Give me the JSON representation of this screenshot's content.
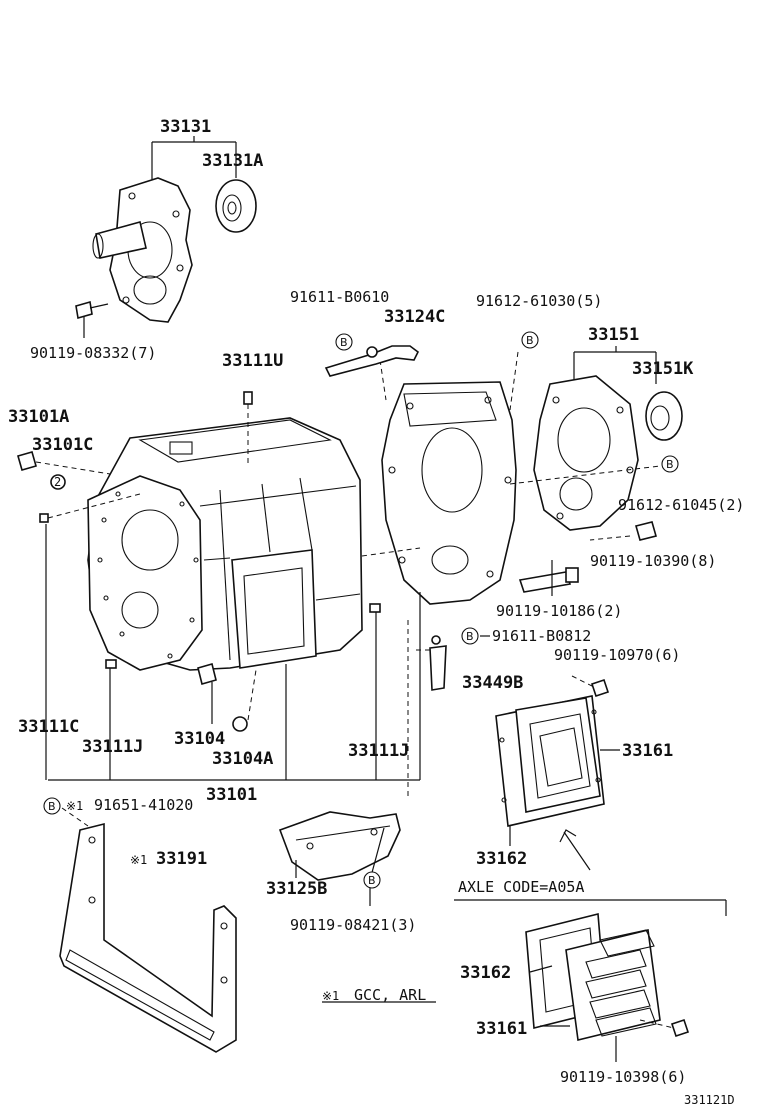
{
  "labels": {
    "p33131": "33131",
    "p33131A": "33131A",
    "p90119_08332": "90119-08332(7)",
    "p91611_B0610": "91611-B0610",
    "p33124C": "33124C",
    "p91612_61030": "91612-61030(5)",
    "p33151": "33151",
    "p33151K": "33151K",
    "p33111U": "33111U",
    "p33101A": "33101A",
    "p33101C": "33101C",
    "p91612_61045": "91612-61045(2)",
    "p90119_10390": "90119-10390(8)",
    "p90119_10186": "90119-10186(2)",
    "p91611_B0812": "91611-B0812",
    "p90119_10970": "90119-10970(6)",
    "p33449B": "33449B",
    "p33111C": "33111C",
    "p33111J_left": "33111J",
    "p33104": "33104",
    "p33104A": "33104A",
    "p33111J_right": "33111J",
    "p33161": "33161",
    "p33101": "33101",
    "p91651_41020": "91651-41020",
    "p33191": "33191",
    "p33162": "33162",
    "p33125B": "33125B",
    "p90119_08421": "90119-08421(3)",
    "axle_code": "AXLE CODE=A05A",
    "p33162_b": "33162",
    "p33161_b": "33161",
    "note_gcc": "GCC, ARL",
    "p90119_10398": "90119-10398(6)",
    "drawing_number": "331121D"
  },
  "symbols": {
    "circle_b": "B",
    "note_mark": "※1",
    "note_mark_short": "※1"
  }
}
